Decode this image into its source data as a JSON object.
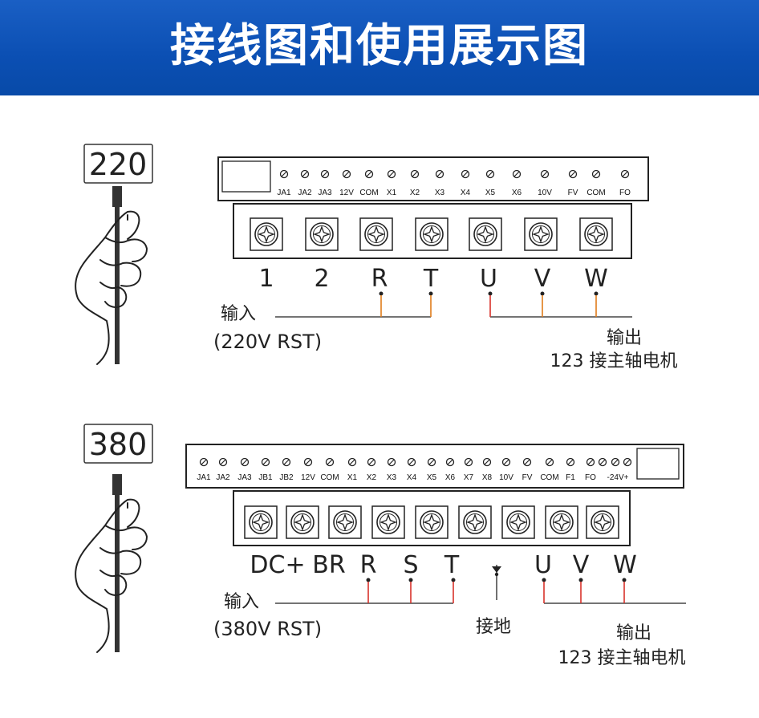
{
  "banner": {
    "title": "接线图和使用展示图"
  },
  "diagrams": [
    {
      "voltage": "220",
      "top_terminals": [
        "JA1",
        "JA2",
        "JA3",
        "12V",
        "COM",
        "X1",
        "X2",
        "X3",
        "X4",
        "X5",
        "X6",
        "10V",
        "FV",
        "COM",
        "FO"
      ],
      "power_terminals": [
        "1",
        "2",
        "R",
        "T",
        "U",
        "V",
        "W"
      ],
      "input_label": "输入",
      "input_sub": "(220V RST)",
      "output_label": "输出",
      "output_sub": "123 接主轴电机"
    },
    {
      "voltage": "380",
      "top_terminals": [
        "JA1",
        "JA2",
        "JA3",
        "JB1",
        "JB2",
        "12V",
        "COM",
        "X1",
        "X2",
        "X3",
        "X4",
        "X5",
        "X6",
        "X7",
        "X8",
        "10V",
        "FV",
        "COM",
        "F1",
        "FO",
        "-24V+"
      ],
      "power_terminals": [
        "DC+",
        "BR",
        "R",
        "S",
        "T",
        "U",
        "V",
        "W"
      ],
      "ground_label": "接地",
      "input_label": "输入",
      "input_sub": "(380V RST)",
      "output_label": "输出",
      "output_sub": "123 接主轴电机"
    }
  ],
  "colors": {
    "banner": "#0b4fb3",
    "input_wire": "#e07b1a",
    "output_wire": "#d9322a",
    "line": "#222222"
  }
}
